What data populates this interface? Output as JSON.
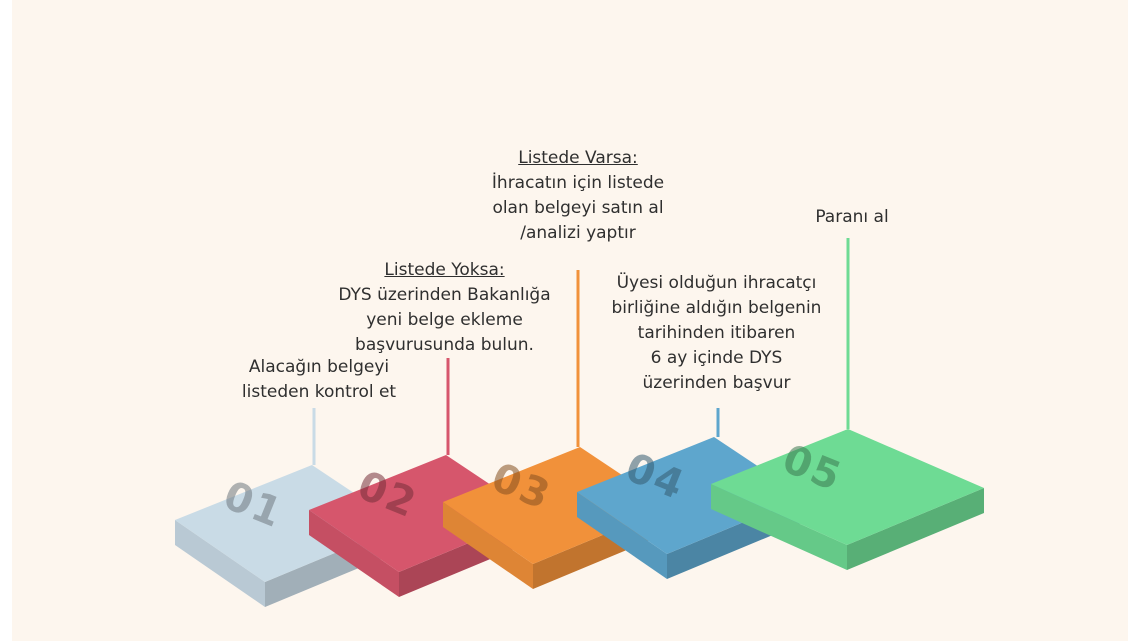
{
  "steps": [
    {
      "number": "01",
      "heading": "",
      "lines": [
        "Alacağın belgeyi",
        "listeden kontrol et"
      ],
      "color": "#c9dbe6"
    },
    {
      "number": "02",
      "heading": "Listede Yoksa:",
      "lines": [
        "DYS üzerinden Bakanlığa",
        "yeni belge ekleme",
        "başvurusunda bulun."
      ],
      "color": "#d6566c"
    },
    {
      "number": "03",
      "heading": "Listede Varsa:",
      "lines": [
        "İhracatın için listede",
        "olan belgeyi satın al",
        "/analizi yaptır"
      ],
      "color": "#f1913a"
    },
    {
      "number": "04",
      "heading": "",
      "lines": [
        "Üyesi olduğun ihracatçı",
        "birliğine aldığın belgenin",
        "tarihinden itibaren",
        "6 ay içinde DYS",
        "üzerinden başvur"
      ],
      "color": "#5ea6cd"
    },
    {
      "number": "05",
      "heading": "",
      "lines": [
        "Paranı al"
      ],
      "color": "#6edb94"
    }
  ]
}
